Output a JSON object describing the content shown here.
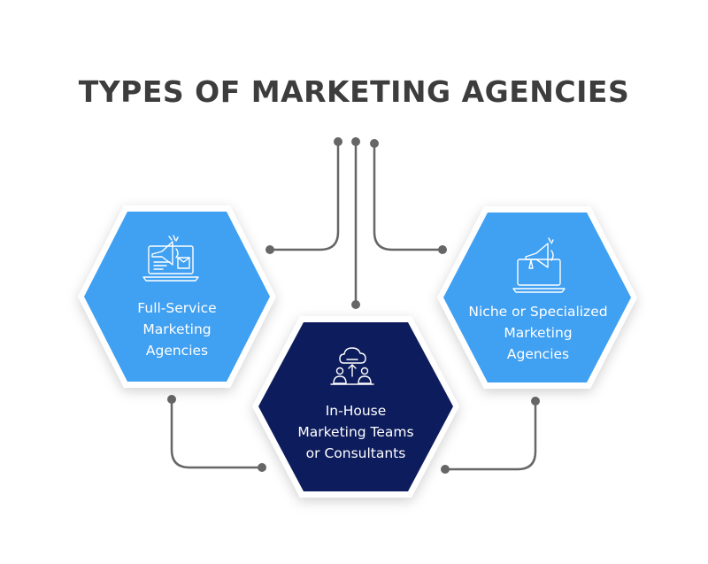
{
  "title": "TYPES OF MARKETING AGENCIES",
  "colors": {
    "light_hex": "#3fa0f2",
    "dark_hex": "#0c1a5c",
    "connector": "#666666",
    "title": "#3d3d3d",
    "icon_stroke": "#ffffff"
  },
  "nodes": [
    {
      "id": "full-service",
      "icon": "megaphone-laptop-icon",
      "label_lines": [
        "Full-Service",
        "Marketing",
        "Agencies"
      ]
    },
    {
      "id": "in-house",
      "icon": "cloud-team-icon",
      "label_lines": [
        "In-House",
        "Marketing Teams",
        "or Consultants"
      ]
    },
    {
      "id": "niche",
      "icon": "megaphone-monitor-icon",
      "label_lines": [
        "Niche or Specialized",
        "Marketing",
        "Agencies"
      ]
    }
  ]
}
